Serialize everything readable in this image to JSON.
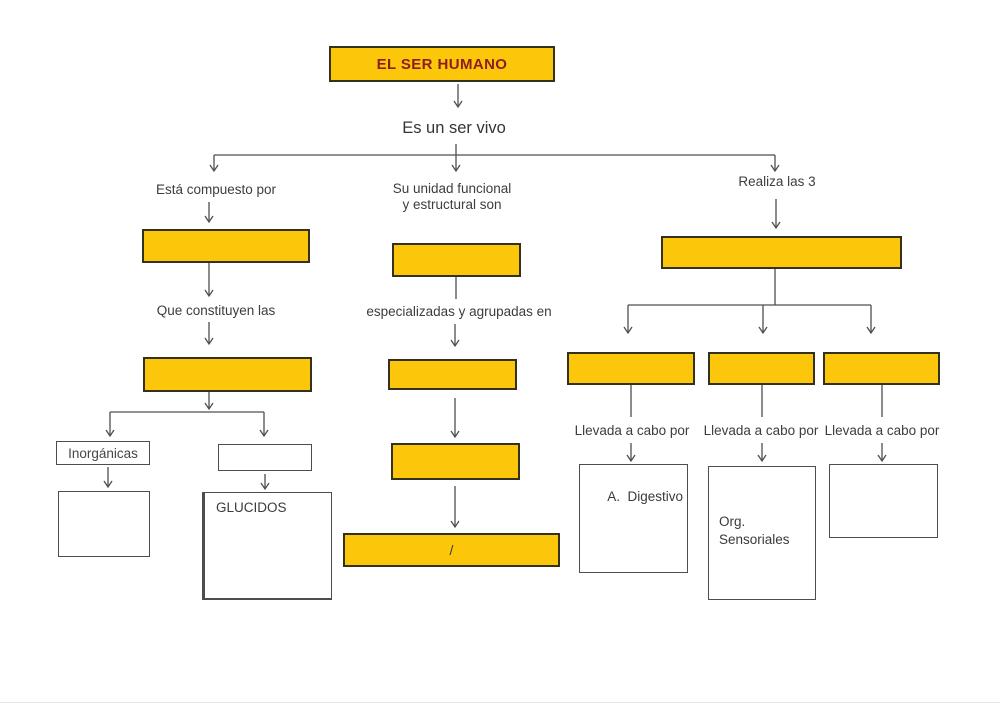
{
  "colors": {
    "box_yellow": "#FCC60A",
    "box_border": "#33301c",
    "title_text": "#8a1f1f",
    "label_text": "#3d3d3d",
    "line": "#4f4f4f"
  },
  "diagram": {
    "title": "EL SER HUMANO",
    "subtitle": "Es un ser vivo",
    "branch_left": {
      "label": "Está compuesto por",
      "step2_label": "Que constituyen las",
      "leaf_left_label": "Inorgánicas",
      "leaf_right_label": "GLUCIDOS"
    },
    "branch_middle": {
      "label_line1": "Su unidad funcional",
      "label_line2": "y estructural son",
      "step2_label": "especializadas y agrupadas en",
      "slash": "/"
    },
    "branch_right": {
      "label": "Realiza las 3",
      "sub_label_1": "Llevada a cabo por",
      "sub_label_2": "Llevada a cabo por",
      "sub_label_3": "Llevada a cabo por",
      "leaf_1": "A.  Digestivo",
      "leaf_2_line1": "Org.",
      "leaf_2_line2": "Sensoriales"
    }
  }
}
